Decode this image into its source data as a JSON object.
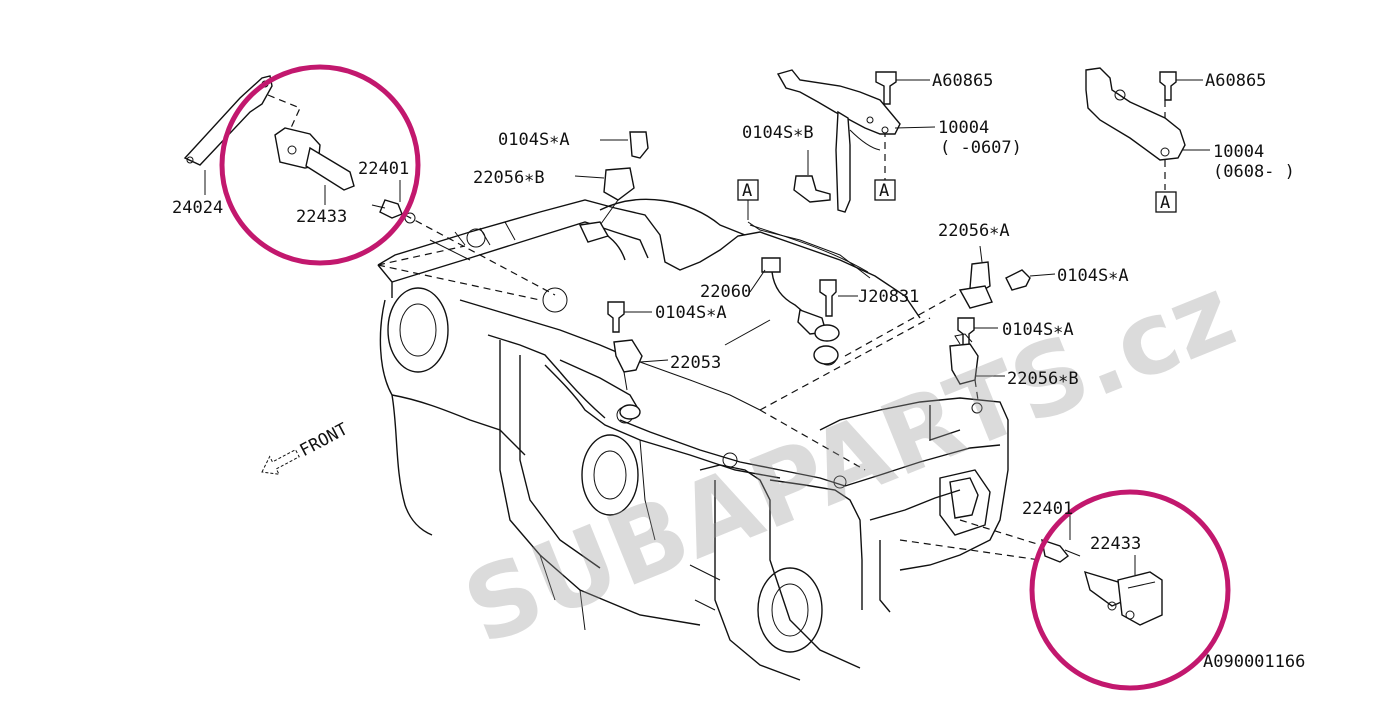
{
  "diagram": {
    "watermark": "SUBAPARTS.cz",
    "front_label": "FRONT",
    "diagram_code": "A090001166",
    "ref_letter": "A",
    "colors": {
      "highlight": "#c2186e",
      "line": "#111111",
      "watermark": "#9a9a9a"
    },
    "labels": {
      "p24024": "24024",
      "p22433_left": "22433",
      "p22401_left": "22401",
      "p0104SA_top": "0104S∗A",
      "p22056B_top": "22056∗B",
      "p0104SB": "0104S∗B",
      "pA60865_left": "A60865",
      "p10004_left": "10004",
      "p10004_left_range": "( -0607)",
      "pA60865_right": "A60865",
      "p10004_right": "10004",
      "p10004_right_range": "(0608- )",
      "p22060": "22060",
      "pJ20831": "J20831",
      "p0104SA_mid": "0104S∗A",
      "p22053": "22053",
      "p22056A": "22056∗A",
      "p0104SA_right1": "0104S∗A",
      "p0104SA_right2": "0104S∗A",
      "p22056B_right": "22056∗B",
      "p22401_right": "22401",
      "p22433_right": "22433"
    }
  }
}
